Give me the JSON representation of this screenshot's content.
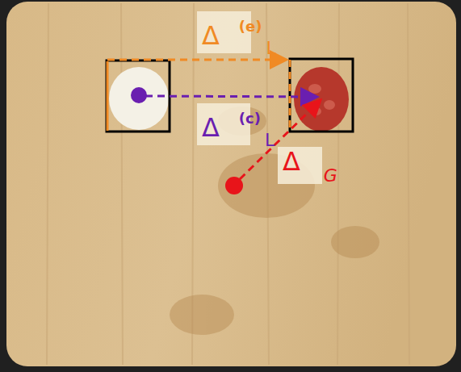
{
  "diagram": {
    "labels": [
      "Δ",
      "(e)",
      "L",
      "Δ",
      "(c)",
      "L",
      "Δ",
      "G"
    ]
  }
}
